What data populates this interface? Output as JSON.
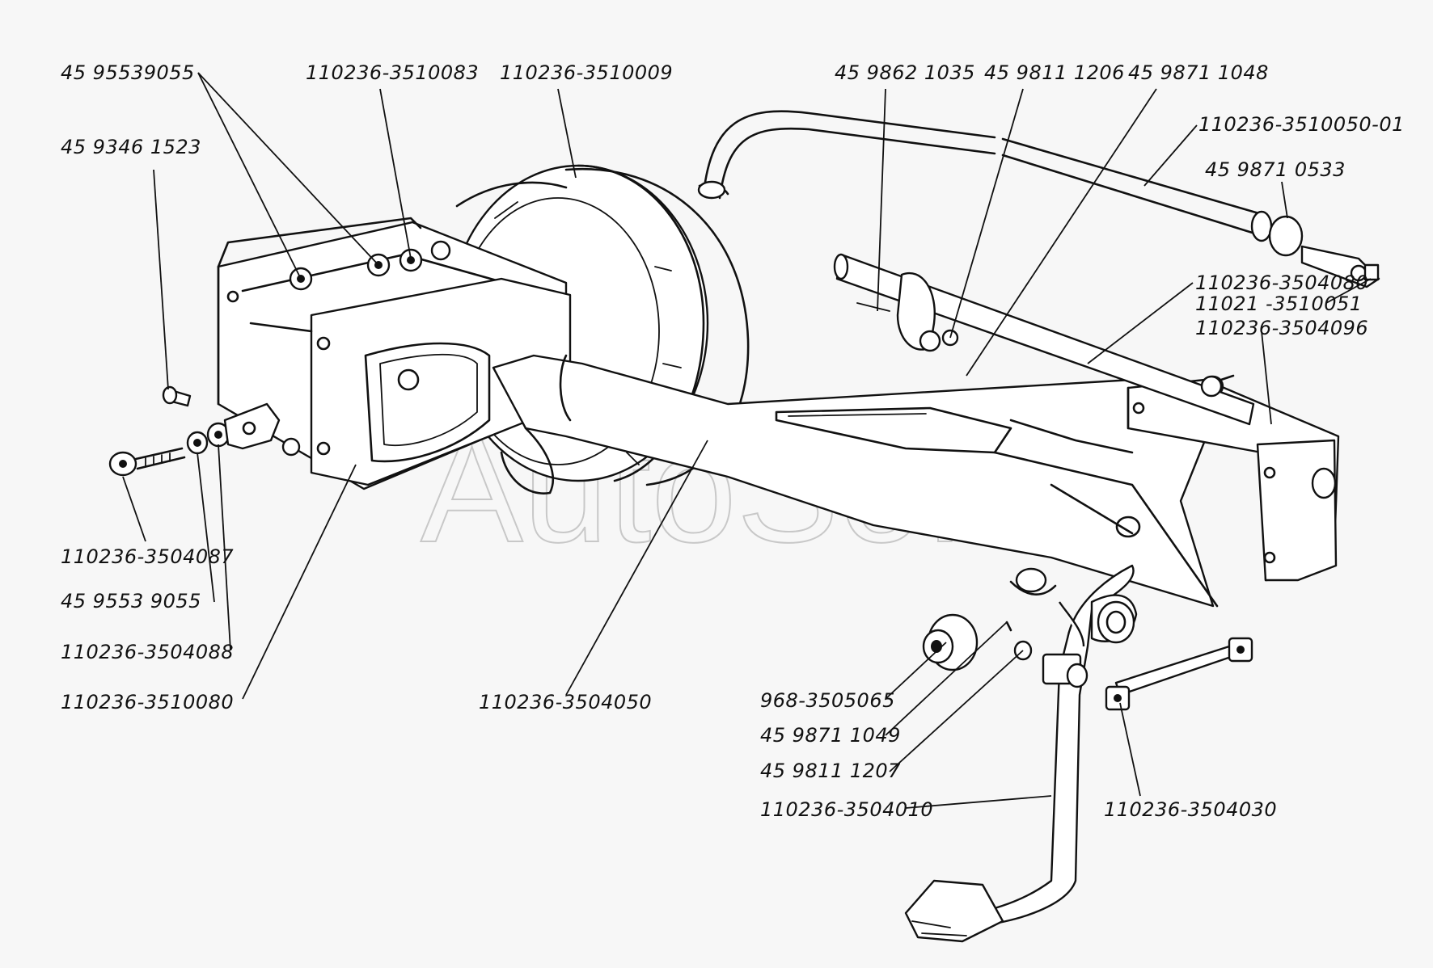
{
  "watermark": "AutoSoft",
  "labels": {
    "l01": "45 95539055",
    "l02": "110236-3510083",
    "l03": "110236-3510009",
    "l04": "45 9862 1035",
    "l05": "45 9811 1206",
    "l06": "45 9871 1048",
    "l07": "110236-3510050-01",
    "l08": "45 9871 0533",
    "l09": "45 9346 1523",
    "l10": "110236-3504080",
    "l11": "11021 -3510051",
    "l12": "110236-3504096",
    "l13": "110236-3504087",
    "l14": "45 9553 9055",
    "l15": "110236-3504088",
    "l16": "110236-3510080",
    "l17": "110236-3504050",
    "l18": "968-3505065",
    "l19": "45 9871 1049",
    "l20": "45 9811 1207",
    "l21": "110236-3504010",
    "l22": "110236-3504030"
  }
}
